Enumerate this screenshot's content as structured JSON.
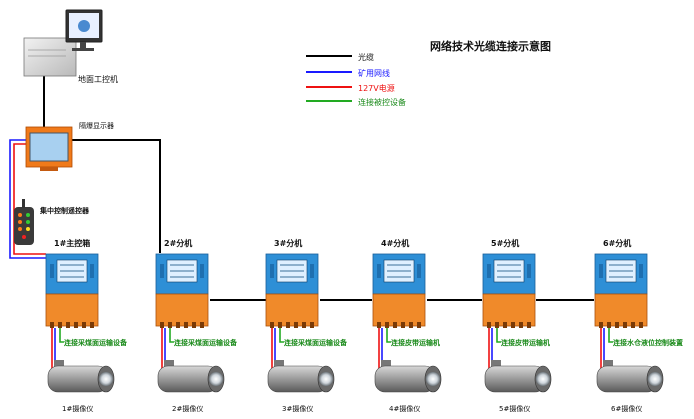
{
  "title": "网络技术光缆连接示意图",
  "legend": [
    {
      "label": "光缆",
      "color": "#000000"
    },
    {
      "label": "矿用网线",
      "color": "#1a1aff"
    },
    {
      "label": "127V电源",
      "color": "#ee1111"
    },
    {
      "label": "连接被控设备",
      "color": "#22aa22"
    }
  ],
  "pc_label": "地面工控机",
  "display_label": "隔爆显示器",
  "remote_label": "集中控制遥控器",
  "host_labels": [
    "1#主控箱",
    "2#分机",
    "3#分机",
    "4#分机",
    "5#分机",
    "6#分机"
  ],
  "device_labels": [
    "连接采煤面运输设备",
    "连接采煤面运输设备",
    "连接采煤面运输设备",
    "连接皮带运输机",
    "连接皮带运输机",
    "连接水仓液位控制装置"
  ],
  "camera_labels": [
    "1#摄像仪",
    "2#摄像仪",
    "3#摄像仪",
    "4#摄像仪",
    "5#摄像仪",
    "6#摄像仪"
  ],
  "colors": {
    "box_blue": "#2e8fd6",
    "box_orange": "#f08a2a",
    "display_frame": "#f07a1a",
    "screen": "#a8d0f0",
    "device_text": "#1a8a1a"
  }
}
